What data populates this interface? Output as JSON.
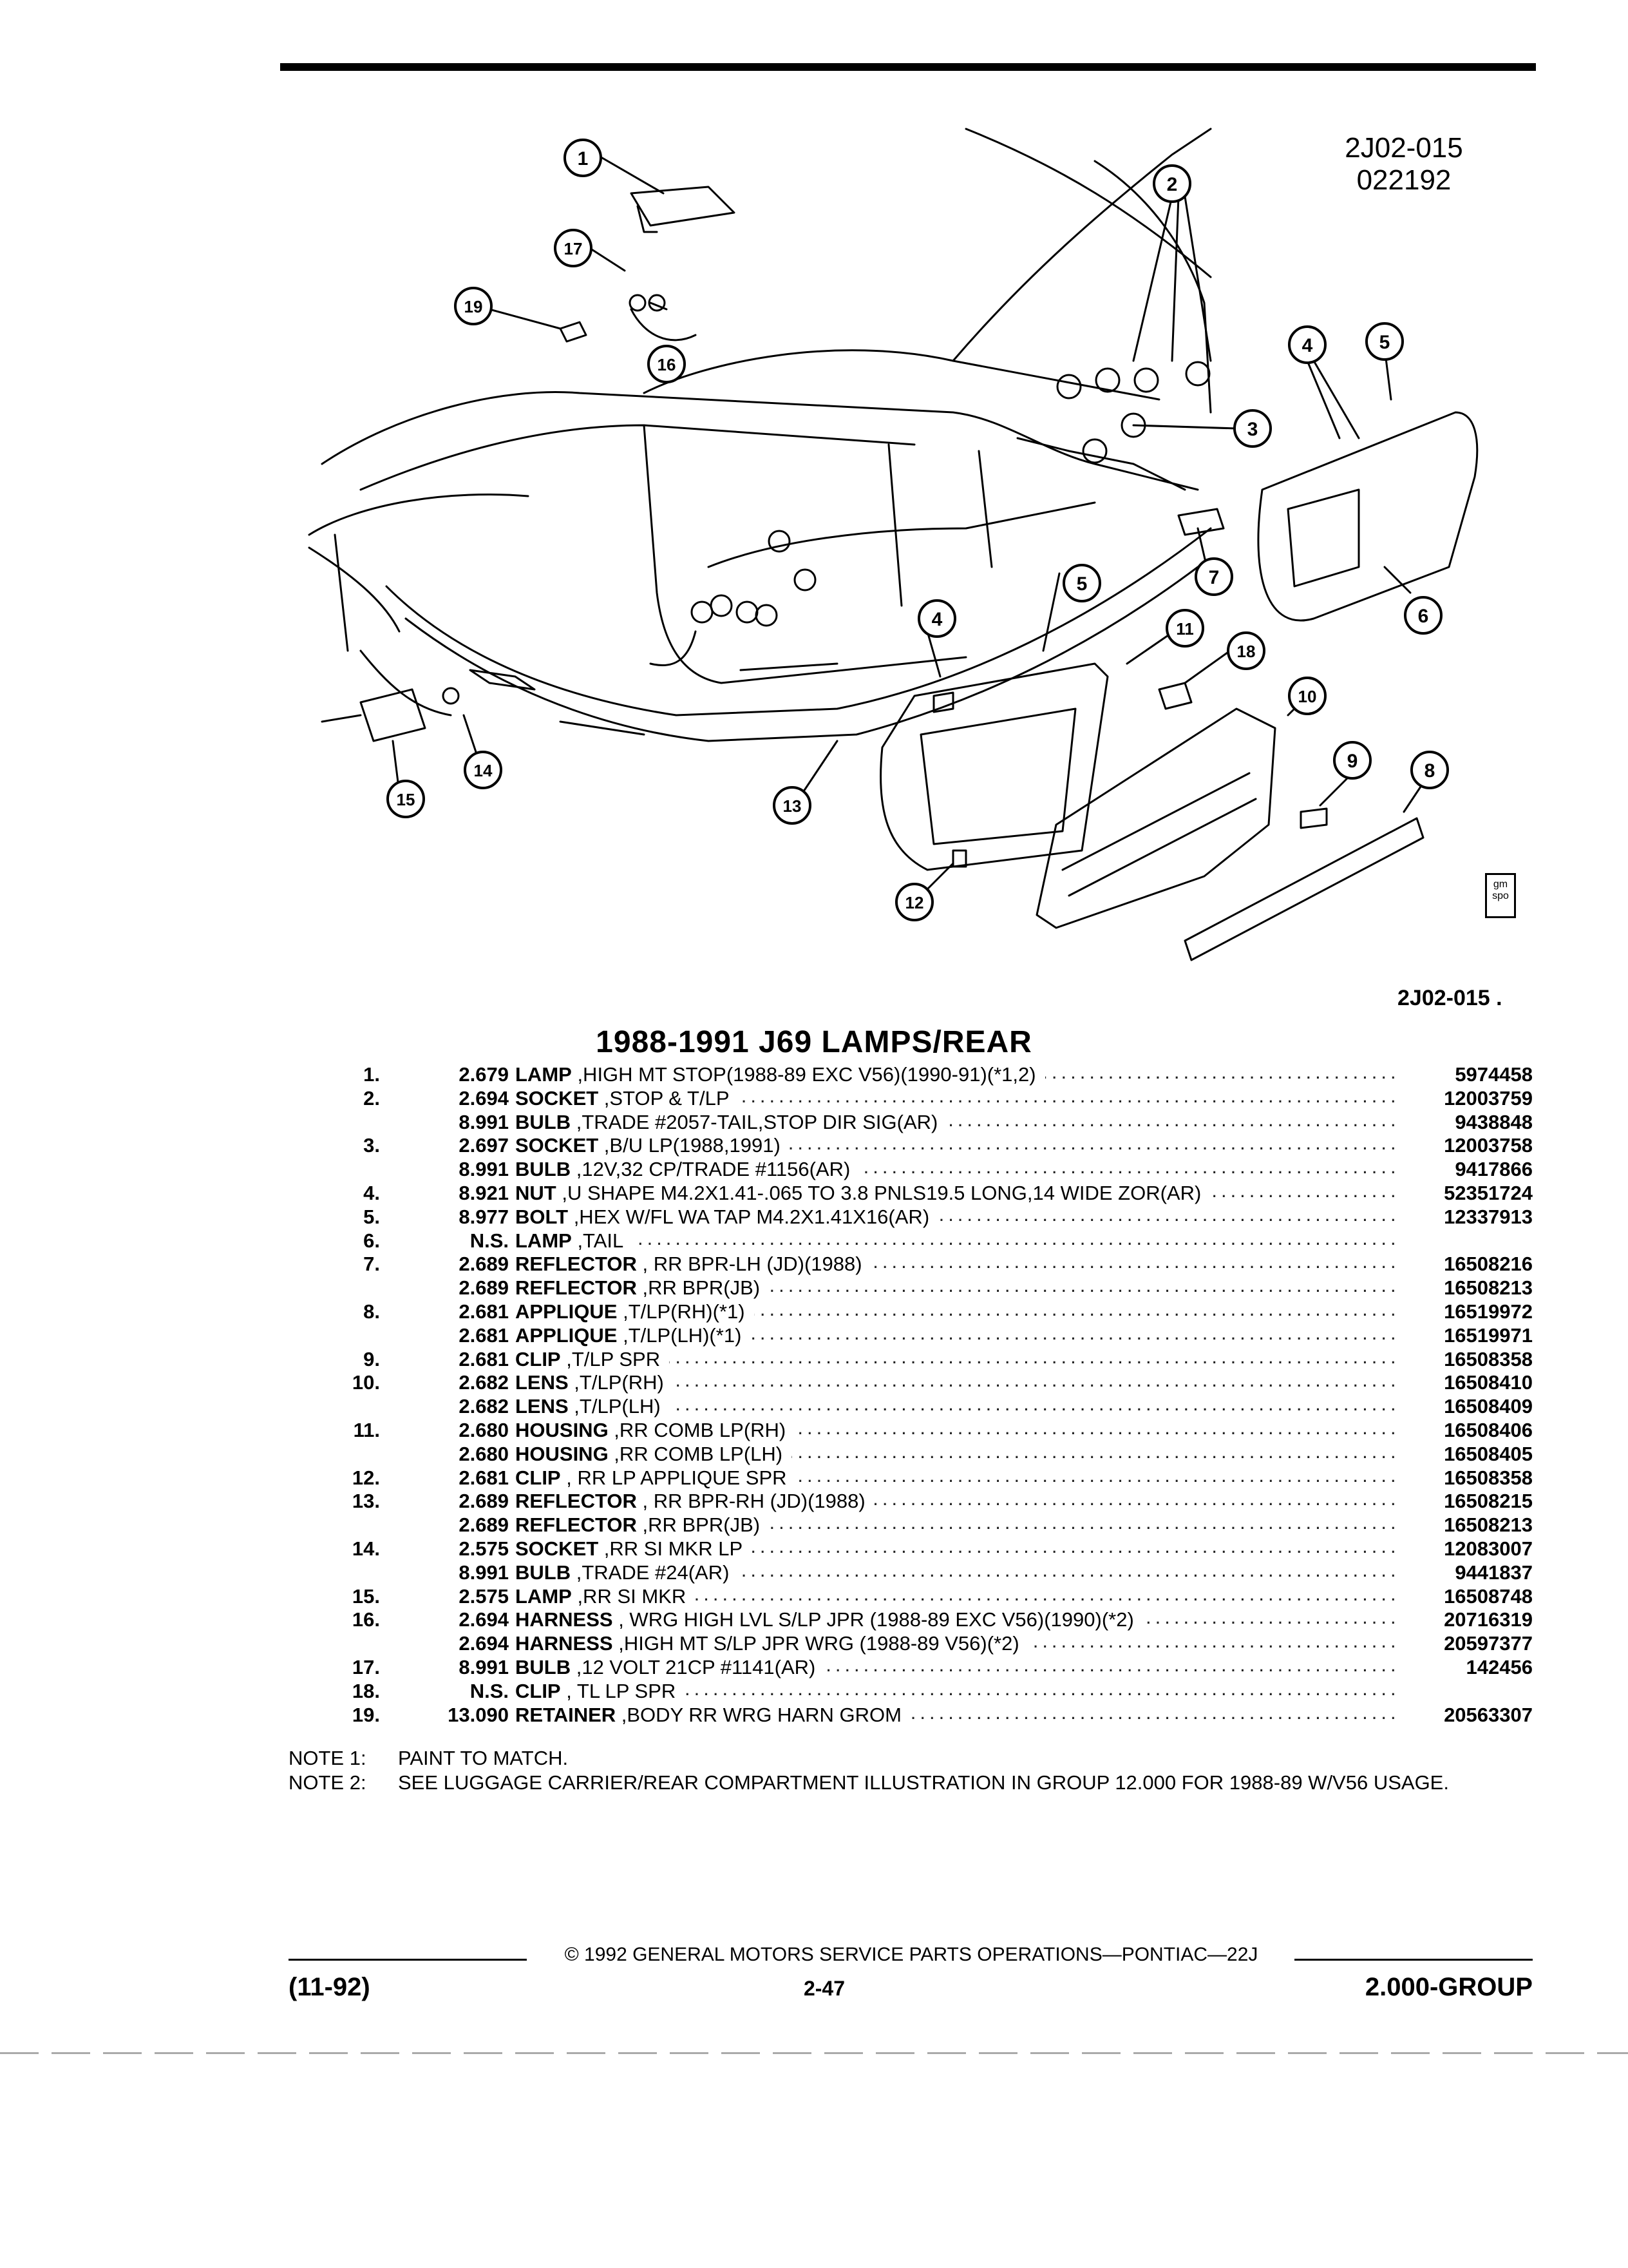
{
  "header": {
    "code_line1": "2J02-015",
    "code_line2": "022192"
  },
  "diagram": {
    "callouts": [
      "1",
      "2",
      "3",
      "4",
      "5",
      "6",
      "7",
      "8",
      "9",
      "10",
      "11",
      "12",
      "13",
      "14",
      "15",
      "16",
      "17",
      "18",
      "19",
      "4",
      "5"
    ],
    "bottom_code": "2J02-015 .",
    "icon_label": "gm spo",
    "icon_name": "gm-spo-icon"
  },
  "title": "1988-1991 J69 LAMPS/REAR",
  "parts": [
    {
      "num": "1.",
      "grp": "2.679",
      "name": "LAMP",
      "desc": " ,HIGH MT STOP(1988-89 EXC V56)(1990-91)(*1,2)",
      "pn": "5974458"
    },
    {
      "num": "2.",
      "grp": "2.694",
      "name": "SOCKET",
      "desc": " ,STOP & T/LP",
      "pn": "12003759"
    },
    {
      "num": "",
      "grp": "8.991",
      "name": "BULB",
      "desc": " ,TRADE #2057-TAIL,STOP DIR SIG(AR)",
      "pn": "9438848"
    },
    {
      "num": "3.",
      "grp": "2.697",
      "name": "SOCKET",
      "desc": " ,B/U LP(1988,1991)",
      "pn": "12003758"
    },
    {
      "num": "",
      "grp": "8.991",
      "name": "BULB",
      "desc": " ,12V,32 CP/TRADE #1156(AR)",
      "pn": "9417866"
    },
    {
      "num": "4.",
      "grp": "8.921",
      "name": "NUT",
      "desc": " ,U SHAPE M4.2X1.41-.065 TO 3.8 PNLS19.5 LONG,14 WIDE ZOR(AR)",
      "pn": "52351724"
    },
    {
      "num": "5.",
      "grp": "8.977",
      "name": "BOLT",
      "desc": " ,HEX W/FL WA TAP M4.2X1.41X16(AR)",
      "pn": "12337913"
    },
    {
      "num": "6.",
      "grp": "N.S.",
      "name": "LAMP",
      "desc": " ,TAIL",
      "pn": ""
    },
    {
      "num": "7.",
      "grp": "2.689",
      "name": "REFLECTOR",
      "desc": " , RR BPR-LH (JD)(1988)",
      "pn": "16508216"
    },
    {
      "num": "",
      "grp": "2.689",
      "name": "REFLECTOR",
      "desc": " ,RR BPR(JB)",
      "pn": "16508213"
    },
    {
      "num": "8.",
      "grp": "2.681",
      "name": "APPLIQUE",
      "desc": " ,T/LP(RH)(*1)",
      "pn": "16519972"
    },
    {
      "num": "",
      "grp": "2.681",
      "name": "APPLIQUE",
      "desc": " ,T/LP(LH)(*1)",
      "pn": "16519971"
    },
    {
      "num": "9.",
      "grp": "2.681",
      "name": "CLIP",
      "desc": " ,T/LP SPR",
      "pn": "16508358"
    },
    {
      "num": "10.",
      "grp": "2.682",
      "name": "LENS",
      "desc": " ,T/LP(RH)",
      "pn": "16508410"
    },
    {
      "num": "",
      "grp": "2.682",
      "name": "LENS",
      "desc": " ,T/LP(LH)",
      "pn": "16508409"
    },
    {
      "num": "11.",
      "grp": "2.680",
      "name": "HOUSING",
      "desc": " ,RR COMB LP(RH)",
      "pn": "16508406"
    },
    {
      "num": "",
      "grp": "2.680",
      "name": "HOUSING",
      "desc": " ,RR COMB LP(LH)",
      "pn": "16508405"
    },
    {
      "num": "12.",
      "grp": "2.681",
      "name": "CLIP",
      "desc": " , RR LP APPLIQUE SPR",
      "pn": "16508358"
    },
    {
      "num": "13.",
      "grp": "2.689",
      "name": "REFLECTOR",
      "desc": " , RR BPR-RH (JD)(1988)",
      "pn": "16508215"
    },
    {
      "num": "",
      "grp": "2.689",
      "name": "REFLECTOR",
      "desc": " ,RR BPR(JB)",
      "pn": "16508213"
    },
    {
      "num": "14.",
      "grp": "2.575",
      "name": "SOCKET",
      "desc": " ,RR SI MKR LP",
      "pn": "12083007"
    },
    {
      "num": "",
      "grp": "8.991",
      "name": "BULB",
      "desc": " ,TRADE #24(AR)",
      "pn": "9441837"
    },
    {
      "num": "15.",
      "grp": "2.575",
      "name": "LAMP",
      "desc": " ,RR SI MKR",
      "pn": "16508748"
    },
    {
      "num": "16.",
      "grp": "2.694",
      "name": "HARNESS",
      "desc": " , WRG HIGH LVL S/LP JPR (1988-89 EXC V56)(1990)(*2)",
      "pn": "20716319"
    },
    {
      "num": "",
      "grp": "2.694",
      "name": "HARNESS",
      "desc": " ,HIGH MT S/LP JPR WRG (1988-89 V56)(*2)",
      "pn": "20597377"
    },
    {
      "num": "17.",
      "grp": "8.991",
      "name": "BULB",
      "desc": " ,12 VOLT 21CP #1141(AR)",
      "pn": "142456"
    },
    {
      "num": "18.",
      "grp": "N.S.",
      "name": "CLIP",
      "desc": " , TL LP SPR",
      "pn": ""
    },
    {
      "num": "19.",
      "grp": "13.090",
      "name": "RETAINER",
      "desc": " ,BODY RR WRG HARN GROM",
      "pn": "20563307"
    }
  ],
  "notes": [
    {
      "label": "NOTE 1:",
      "text": "PAINT TO MATCH."
    },
    {
      "label": "NOTE 2:",
      "text": "SEE LUGGAGE CARRIER/REAR COMPARTMENT ILLUSTRATION IN GROUP 12.000 FOR 1988-89 W/V56 USAGE."
    }
  ],
  "footer": {
    "copyright": "© 1992 GENERAL MOTORS SERVICE PARTS OPERATIONS—PONTIAC—22J",
    "date": "(11-92)",
    "page": "2-47",
    "group": "2.000-GROUP"
  }
}
